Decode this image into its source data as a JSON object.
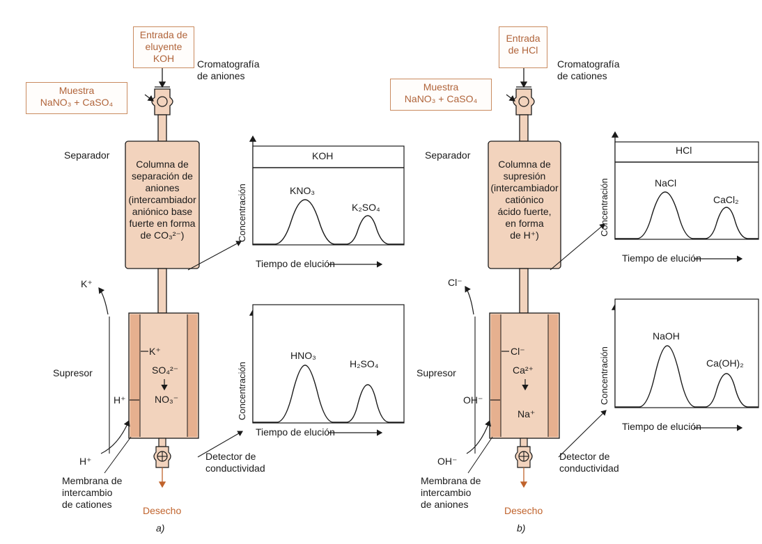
{
  "panel_a": {
    "tag": "a)",
    "eluent_box": [
      "Entrada de",
      "eluyente",
      "KOH"
    ],
    "sample_box": [
      "Muestra",
      "NaNO₃ + CaSO₄"
    ],
    "mode_title": [
      "Cromatografía",
      "de aniones"
    ],
    "separator_label": "Separador",
    "column_text": [
      "Columna de",
      "separación de",
      "aniones",
      "(intercambiador",
      "aniónico base",
      "fuerte en forma",
      "de CO₃²⁻)"
    ],
    "k_plus_out": "K⁺",
    "suppressor_label": "Supresor",
    "ion_k": "K⁺",
    "ion_so4": "SO₄²⁻",
    "ion_no3": "NO₃⁻",
    "ion_h_side": "H⁺",
    "ion_h_in": "H⁺",
    "detector_label": [
      "Detector de",
      "conductividad"
    ],
    "membrane_label": [
      "Membrana de",
      "intercambio",
      "de cationes"
    ],
    "waste_label": "Desecho",
    "chart_top": {
      "baseline_label": "KOH",
      "peak1": "KNO₃",
      "peak2": "K₂SO₄"
    },
    "chart_bottom": {
      "peak1": "HNO₃",
      "peak2": "H₂SO₄"
    }
  },
  "panel_b": {
    "tag": "b)",
    "eluent_box": [
      "Entrada",
      "de HCl"
    ],
    "sample_box": [
      "Muestra",
      "NaNO₃ + CaSO₄"
    ],
    "mode_title": [
      "Cromatografía",
      "de cationes"
    ],
    "separator_label": "Separador",
    "column_text": [
      "Columna de",
      "supresión",
      "(intercambiador",
      "catiónico",
      "ácido fuerte,",
      "en forma",
      "de H⁺)"
    ],
    "cl_out": "Cl⁻",
    "suppressor_label": "Supresor",
    "ion_cl": "Cl⁻",
    "ion_ca": "Ca²⁺",
    "ion_na": "Na⁺",
    "ion_oh_side": "OH⁻",
    "ion_oh_in": "OH⁻",
    "detector_label": [
      "Detector de",
      "conductividad"
    ],
    "membrane_label": [
      "Membrana de",
      "intercambio",
      "de aniones"
    ],
    "waste_label": "Desecho",
    "chart_top": {
      "baseline_label": "HCl",
      "peak1": "NaCl",
      "peak2": "CaCl₂"
    },
    "chart_bottom": {
      "peak1": "NaOH",
      "peak2": "Ca(OH)₂"
    }
  },
  "axis_y_label": "Concentración",
  "axis_x_label": "Tiempo de elución",
  "colors": {
    "column_fill": "#f2d3bd",
    "suppressor_fill": "#e6b08f",
    "outline": "#1a1a1a",
    "box_border": "#c98a5e",
    "box_text": "#b0643a",
    "waste": "#c0632c"
  }
}
